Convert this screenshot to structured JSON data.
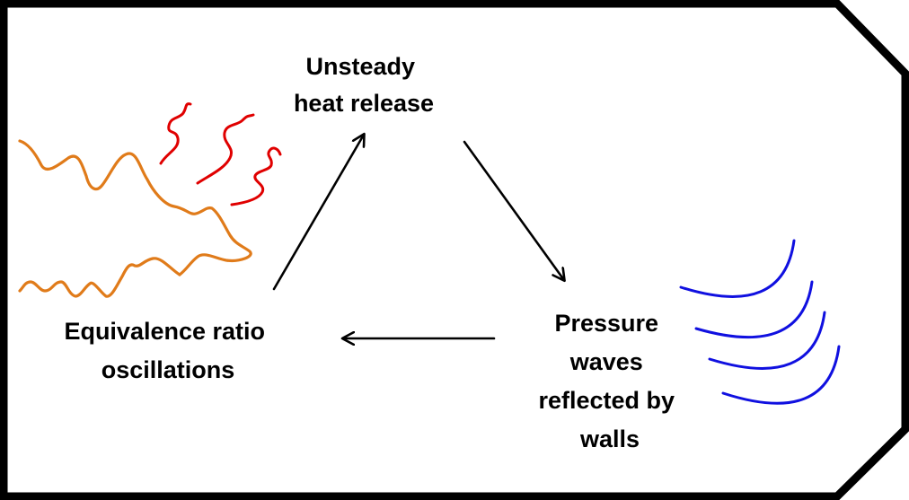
{
  "diagram": {
    "nodes": {
      "heat_release": {
        "lines": [
          "Unsteady",
          "heat release"
        ]
      },
      "pressure_waves": {
        "lines": [
          "Pressure",
          "waves",
          "reflected by",
          "walls"
        ]
      },
      "equivalence_ratio": {
        "lines": [
          "Equivalence ratio",
          "oscillations"
        ]
      }
    },
    "edges": [
      {
        "from": "heat_release",
        "to": "pressure_waves"
      },
      {
        "from": "pressure_waves",
        "to": "equivalence_ratio"
      },
      {
        "from": "equivalence_ratio",
        "to": "heat_release"
      }
    ],
    "colors": {
      "outline": "#000000",
      "arrows": "#000000",
      "flame_front": "#E07B1A",
      "heat_squiggles": "#E00000",
      "pressure_waves": "#1010E0",
      "text": "#000000"
    },
    "decorations": {
      "heat_squiggle_count": 3,
      "pressure_wave_arc_count": 4
    }
  }
}
